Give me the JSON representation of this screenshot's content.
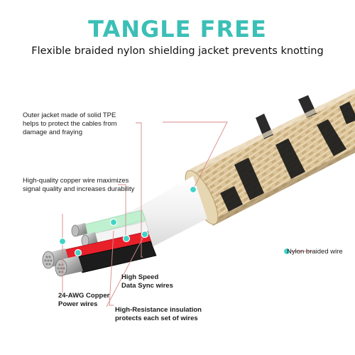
{
  "header": {
    "title": "TANGLE FREE",
    "subtitle": "Flexible braided nylon shielding jacket prevents knotting"
  },
  "callouts": {
    "outer_jacket": [
      "Outer jacket made of solid TPE",
      "helps to protect the cables from",
      "damage and fraying"
    ],
    "copper_wire": [
      "High-quality copper wire maximizes",
      "signal quality and increases durability"
    ],
    "nylon_braid": "Nylon braided wire",
    "high_speed": [
      "High Speed",
      "Data Sync wires"
    ],
    "power_wires": [
      "24-AWG Copper",
      "Power wires"
    ],
    "insulation": [
      "High-Resistance insulation",
      "protects each set of wires"
    ]
  },
  "colors": {
    "title": "#3bbfb6",
    "callout_dot": "#3fd3c6",
    "leader_line": "#d88a8a",
    "braid_gold": "#dcc49a",
    "braid_black": "#1a1a1a",
    "jacket_white": "#f4f4f4",
    "wire_red": "#e8202a",
    "wire_black": "#1c1c1c",
    "wire_white": "#f2f2f2",
    "wire_green": "#bff0cf"
  }
}
